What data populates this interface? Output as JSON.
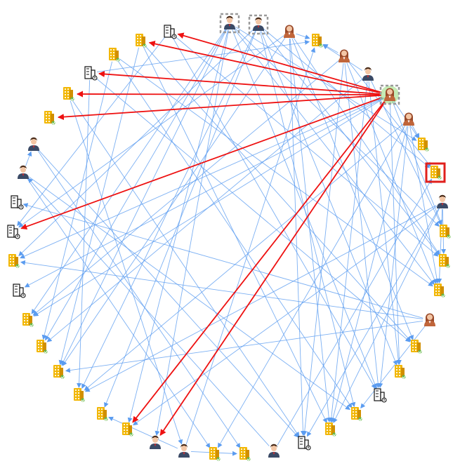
{
  "colors": {
    "background": "#ffffff",
    "edge_normal": "#5b9cf0",
    "edge_highlight": "#ee1111",
    "selected_box": "#e0201c",
    "dashed_box": "#9a9a9a",
    "hover_ring": "#7ed35a",
    "building_company": "#f2b705",
    "building_company_dark": "#d18f00",
    "building_company_accent": "#64b846",
    "building_outline": "#111111"
  },
  "node_types": {
    "c": "company-building-icon",
    "o": "outline-building-icon",
    "m": "male-person-icon",
    "f": "female-person-icon"
  },
  "nodes": [
    {
      "type": "m",
      "mark": "dashed"
    },
    {
      "type": "m",
      "mark": "dashed"
    },
    {
      "type": "f"
    },
    {
      "type": "c"
    },
    {
      "type": "f"
    },
    {
      "type": "m"
    },
    {
      "type": "f",
      "mark": "focus"
    },
    {
      "type": "f"
    },
    {
      "type": "c"
    },
    {
      "type": "c",
      "mark": "selected"
    },
    {
      "type": "m"
    },
    {
      "type": "c"
    },
    {
      "type": "c"
    },
    {
      "type": "c"
    },
    {
      "type": "f"
    },
    {
      "type": "c"
    },
    {
      "type": "c"
    },
    {
      "type": "o"
    },
    {
      "type": "c"
    },
    {
      "type": "c"
    },
    {
      "type": "o"
    },
    {
      "type": "m"
    },
    {
      "type": "c"
    },
    {
      "type": "c"
    },
    {
      "type": "m"
    },
    {
      "type": "m"
    },
    {
      "type": "c"
    },
    {
      "type": "c"
    },
    {
      "type": "c"
    },
    {
      "type": "c"
    },
    {
      "type": "c"
    },
    {
      "type": "c"
    },
    {
      "type": "o"
    },
    {
      "type": "c"
    },
    {
      "type": "o"
    },
    {
      "type": "o"
    },
    {
      "type": "m"
    },
    {
      "type": "m"
    },
    {
      "type": "c"
    },
    {
      "type": "c"
    },
    {
      "type": "o"
    },
    {
      "type": "c"
    },
    {
      "type": "c"
    },
    {
      "type": "o"
    }
  ],
  "highlighted_edges": [
    [
      6,
      43
    ],
    [
      6,
      42
    ],
    [
      6,
      40
    ],
    [
      6,
      39
    ],
    [
      6,
      38
    ],
    [
      6,
      34
    ],
    [
      6,
      26
    ],
    [
      6,
      25
    ]
  ],
  "edges": [
    [
      0,
      8
    ],
    [
      0,
      11
    ],
    [
      0,
      13
    ],
    [
      0,
      17
    ],
    [
      0,
      29
    ],
    [
      0,
      30
    ],
    [
      0,
      31
    ],
    [
      0,
      25
    ],
    [
      1,
      9
    ],
    [
      1,
      12
    ],
    [
      1,
      16
    ],
    [
      1,
      18
    ],
    [
      1,
      28
    ],
    [
      1,
      27
    ],
    [
      2,
      3
    ],
    [
      2,
      12
    ],
    [
      2,
      15
    ],
    [
      2,
      19
    ],
    [
      2,
      20
    ],
    [
      2,
      29
    ],
    [
      4,
      3
    ],
    [
      4,
      9
    ],
    [
      4,
      13
    ],
    [
      4,
      17
    ],
    [
      4,
      20
    ],
    [
      5,
      3
    ],
    [
      5,
      11
    ],
    [
      5,
      16
    ],
    [
      5,
      19
    ],
    [
      6,
      8
    ],
    [
      6,
      11
    ],
    [
      6,
      16
    ],
    [
      6,
      31
    ],
    [
      6,
      32
    ],
    [
      6,
      33
    ],
    [
      7,
      8
    ],
    [
      7,
      13
    ],
    [
      7,
      17
    ],
    [
      7,
      23
    ],
    [
      7,
      19
    ],
    [
      10,
      12
    ],
    [
      10,
      13
    ],
    [
      10,
      20
    ],
    [
      10,
      28
    ],
    [
      14,
      18
    ],
    [
      14,
      35
    ],
    [
      14,
      33
    ],
    [
      21,
      9
    ],
    [
      21,
      36
    ],
    [
      24,
      3
    ],
    [
      24,
      22
    ],
    [
      24,
      27
    ],
    [
      36,
      37
    ],
    [
      36,
      23
    ],
    [
      36,
      18
    ],
    [
      37,
      20
    ],
    [
      37,
      22
    ],
    [
      40,
      3
    ],
    [
      40,
      15
    ],
    [
      40,
      28
    ],
    [
      41,
      13
    ],
    [
      41,
      18
    ],
    [
      41,
      30
    ],
    [
      43,
      12
    ],
    [
      43,
      17
    ],
    [
      43,
      34
    ],
    [
      42,
      15
    ],
    [
      42,
      19
    ],
    [
      42,
      29
    ],
    [
      39,
      20
    ],
    [
      39,
      24
    ],
    [
      10,
      26
    ],
    [
      14,
      29
    ],
    [
      4,
      31
    ],
    [
      2,
      34
    ],
    [
      5,
      30
    ],
    [
      7,
      28
    ],
    [
      0,
      26
    ],
    [
      1,
      33
    ],
    [
      10,
      19
    ]
  ]
}
